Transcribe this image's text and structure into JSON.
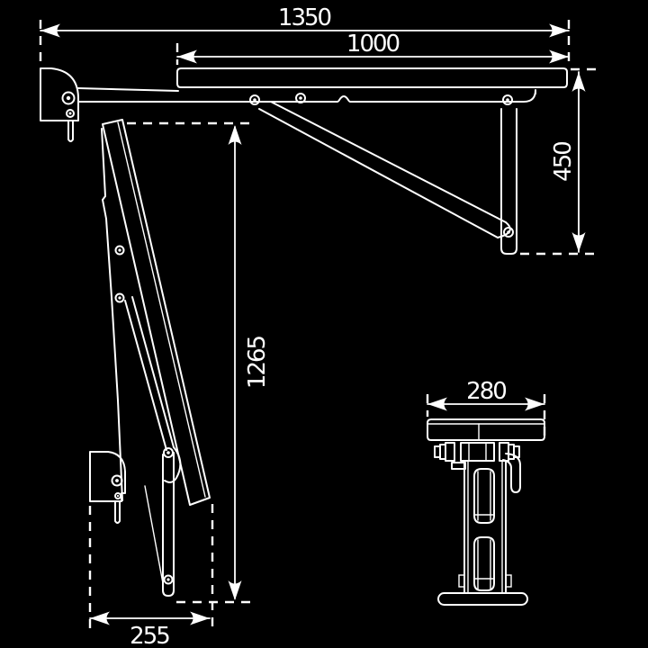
{
  "drawing": {
    "subject": "Wall-mounted folding seat technical drawing",
    "background_color": "#000000",
    "line_color": "#ffffff",
    "views": {
      "side": "Side view (deployed seat with folded position overlay)",
      "front": "Front view of seat and floor leg"
    },
    "dimensions": {
      "overall_depth": "1350",
      "seat_depth": "1000",
      "seat_height": "450",
      "folded_height": "1265",
      "folded_depth": "255",
      "seat_width": "280"
    }
  }
}
